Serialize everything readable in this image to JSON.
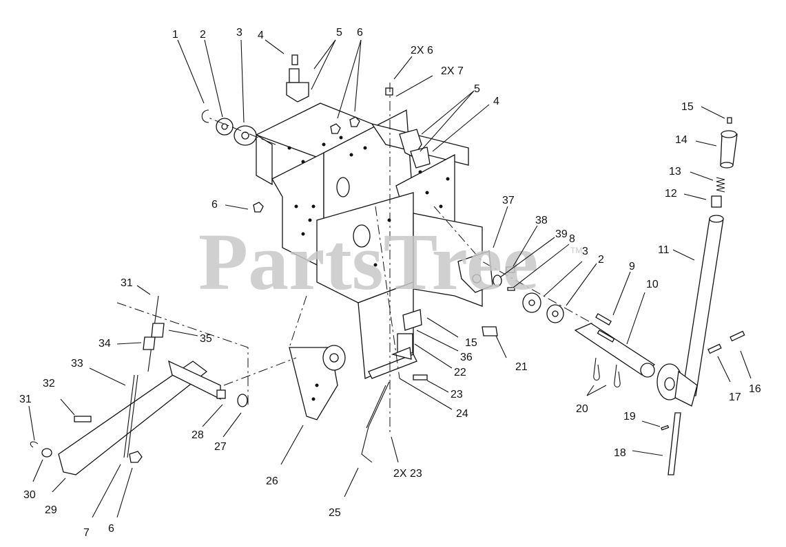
{
  "watermark": {
    "text": "PartsTree",
    "trademark": "TM"
  },
  "callouts": [
    {
      "id": "c1",
      "text": "1"
    },
    {
      "id": "c2",
      "text": "2"
    },
    {
      "id": "c3",
      "text": "3"
    },
    {
      "id": "c4",
      "text": "4"
    },
    {
      "id": "c5",
      "text": "5"
    },
    {
      "id": "c6",
      "text": "6"
    },
    {
      "id": "c2x6",
      "text": "2X 6"
    },
    {
      "id": "c2x7",
      "text": "2X 7"
    },
    {
      "id": "c5b",
      "text": "5"
    },
    {
      "id": "c4b",
      "text": "4"
    },
    {
      "id": "c15",
      "text": "15"
    },
    {
      "id": "c14",
      "text": "14"
    },
    {
      "id": "c13",
      "text": "13"
    },
    {
      "id": "c12",
      "text": "12"
    },
    {
      "id": "c6b",
      "text": "6"
    },
    {
      "id": "c37",
      "text": "37"
    },
    {
      "id": "c38",
      "text": "38"
    },
    {
      "id": "c39",
      "text": "39"
    },
    {
      "id": "c8",
      "text": "8"
    },
    {
      "id": "c3b",
      "text": "3"
    },
    {
      "id": "c2b",
      "text": "2"
    },
    {
      "id": "c11",
      "text": "11"
    },
    {
      "id": "c9",
      "text": "9"
    },
    {
      "id": "c10",
      "text": "10"
    },
    {
      "id": "c31",
      "text": "31"
    },
    {
      "id": "c35",
      "text": "35"
    },
    {
      "id": "c34",
      "text": "34"
    },
    {
      "id": "c15b",
      "text": "15"
    },
    {
      "id": "c36",
      "text": "36"
    },
    {
      "id": "c21",
      "text": "21"
    },
    {
      "id": "c22",
      "text": "22"
    },
    {
      "id": "c33",
      "text": "33"
    },
    {
      "id": "c23",
      "text": "23"
    },
    {
      "id": "c24",
      "text": "24"
    },
    {
      "id": "c32",
      "text": "32"
    },
    {
      "id": "c20",
      "text": "20"
    },
    {
      "id": "c17",
      "text": "17"
    },
    {
      "id": "c16",
      "text": "16"
    },
    {
      "id": "c31b",
      "text": "31"
    },
    {
      "id": "c28",
      "text": "28"
    },
    {
      "id": "c27",
      "text": "27"
    },
    {
      "id": "c19",
      "text": "19"
    },
    {
      "id": "c18",
      "text": "18"
    },
    {
      "id": "c26",
      "text": "26"
    },
    {
      "id": "c2x23",
      "text": "2X 23"
    },
    {
      "id": "c30",
      "text": "30"
    },
    {
      "id": "c29",
      "text": "29"
    },
    {
      "id": "c25",
      "text": "25"
    },
    {
      "id": "c7",
      "text": "7"
    },
    {
      "id": "c6c",
      "text": "6"
    }
  ]
}
